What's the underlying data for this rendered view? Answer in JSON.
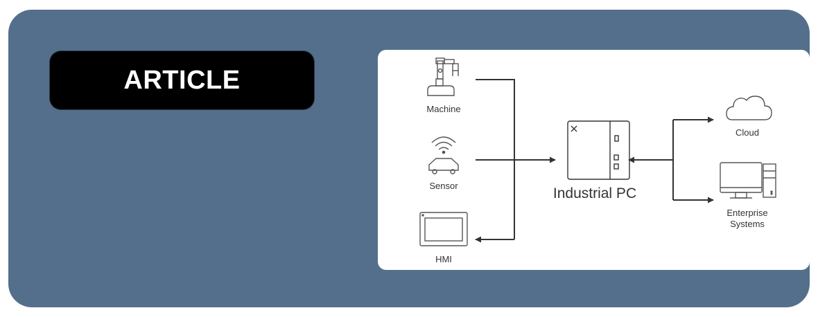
{
  "badge": {
    "label": "ARTICLE"
  },
  "diagram": {
    "nodes": {
      "machine": {
        "label": "Machine",
        "icon": "robot-arm-icon"
      },
      "sensor": {
        "label": "Sensor",
        "icon": "wireless-sensor-icon"
      },
      "hmi": {
        "label": "HMI",
        "icon": "touch-panel-icon"
      },
      "industrial_pc": {
        "label": "Industrial PC",
        "icon": "industrial-pc-icon"
      },
      "cloud": {
        "label": "Cloud",
        "icon": "cloud-icon"
      },
      "enterprise": {
        "label_line1": "Enterprise",
        "label_line2": "Systems",
        "icon": "desktop-server-icon"
      }
    }
  },
  "colors": {
    "banner": "#546f8b",
    "badge": "#000000",
    "panel": "#ffffff",
    "line": "#333333"
  }
}
